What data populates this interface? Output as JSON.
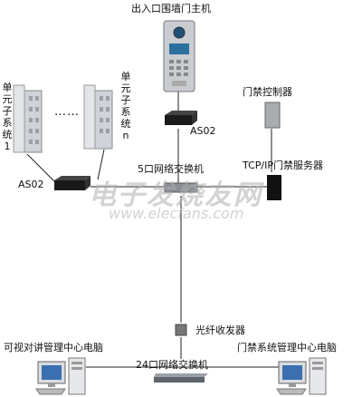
{
  "labels": {
    "door_station": "出入口围墙门主机",
    "access_controller": "门禁控制器",
    "as02_top": "AS02",
    "as02_left": "AS02",
    "switch5": "5口网络交换机",
    "access_server": "TCP/IP门禁服务器",
    "unit1": [
      "单",
      "元",
      "子",
      "系",
      "统",
      "1"
    ],
    "unitn": [
      "单",
      "元",
      "子",
      "系",
      "统",
      "n"
    ],
    "dots": "……",
    "fiber": "光纤收发器",
    "intercom_pc": "可视对讲管理中心电脑",
    "access_pc": "门禁系统管理中心电脑",
    "switch24": "24口网络交换机"
  },
  "watermark": {
    "main": "电子发烧友网",
    "sub": "www.elecfans.com"
  },
  "colors": {
    "line": "#222222",
    "device": "#1a1a1a",
    "building": "#cfd3d8"
  }
}
